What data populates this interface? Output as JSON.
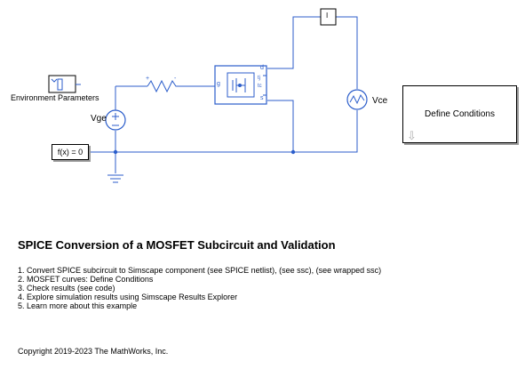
{
  "model": {
    "blocks": {
      "environment_label": "Environment  Parameters",
      "vge_label": "Vge",
      "vce_label": "Vce",
      "solver_label": "f(x) = 0",
      "scope_label": "I",
      "resistor_plus": "+",
      "resistor_minus": "-",
      "mosfet_gate_port": "g",
      "mosfet_drain_port": "d",
      "mosfet_source_port": "s",
      "mosfet_tjc_port": "tj",
      "mosfet_tc_port": "tc",
      "define_conditions_label": "Define Conditions"
    },
    "colors": {
      "wire": "#2c5ecb",
      "block_blue": "#2c5ecb",
      "shadow": "#9a9a9a"
    }
  },
  "doc": {
    "title": "SPICE Conversion of a MOSFET Subcircuit and Validation",
    "steps": [
      "1. Convert SPICE subcircuit to Simscape component (see SPICE netlist), (see ssc), (see wrapped ssc)",
      "2. MOSFET curves: Define Conditions",
      "3. Check results (see code)",
      "4. Explore simulation results using Simscape Results Explorer",
      "5. Learn more about this example"
    ],
    "copyright": "Copyright 2019-2023 The MathWorks, Inc."
  }
}
